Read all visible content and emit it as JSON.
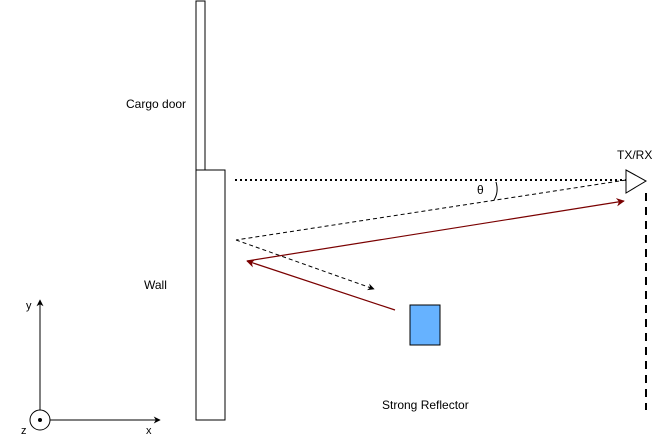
{
  "labels": {
    "cargo_door": "Cargo door",
    "wall": "Wall",
    "txrx": "TX/RX",
    "theta": "θ",
    "strong_reflector": "Strong Reflector",
    "axis_x": "x",
    "axis_y": "y",
    "axis_z": "z"
  },
  "colors": {
    "stroke": "#000000",
    "reflection_path": "#7a0000",
    "reflector_fill": "#66b2ff",
    "background": "#ffffff"
  }
}
